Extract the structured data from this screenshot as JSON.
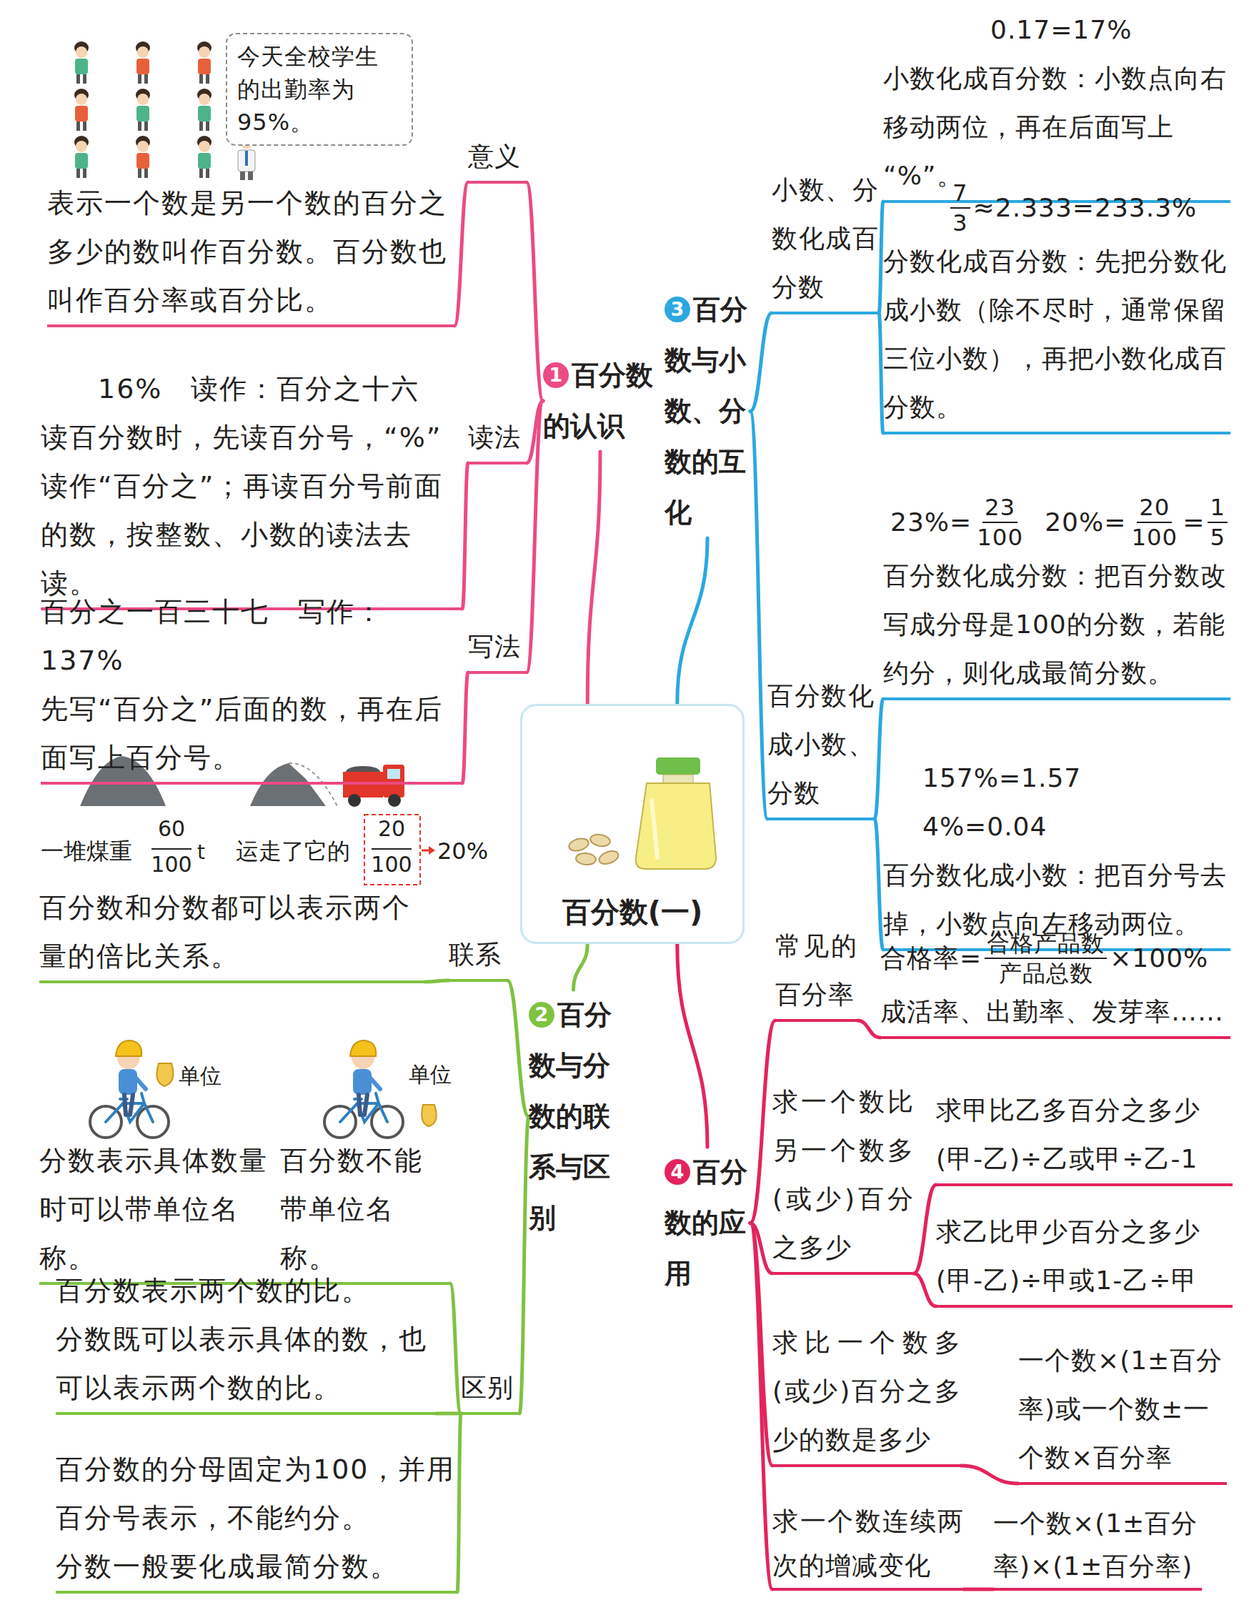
{
  "diagram": {
    "nodes": [
      {
        "text": [
          "百分数(一)"
        ]
      },
      {
        "text": [
          "1",
          "百分数的认识"
        ]
      },
      {
        "text": [
          "意义"
        ]
      },
      {
        "text": [
          "今天全校学生的出勤率为95%。"
        ]
      },
      {
        "text": [
          "表示一个数是另一个数的百分之多少的数叫作百分数。百分数也叫作百分率或百分比。"
        ]
      },
      {
        "text": [
          "读法"
        ]
      },
      {
        "text": [
          "16%　读作：百分之十六",
          "读百分数时，先读百分号，“%”读作“百分之”；再读百分号前面的数，按整数、小数的读法去读。"
        ]
      },
      {
        "text": [
          "写法"
        ]
      },
      {
        "text": [
          "百分之一百三十七　写作：137%",
          "先写“百分之”后面的数，再在后面写上百分号。"
        ]
      },
      {
        "text": [
          "2",
          "百分数与分数的联系与区别"
        ]
      },
      {
        "text": [
          "联系"
        ]
      },
      {
        "text": [
          "百分数和分数都可以表示两个量的倍比关系。"
        ]
      },
      {
        "text": [
          "区别"
        ]
      },
      {
        "text": [
          "分数表示具体数量时可以带单位名称。",
          "百分数不能带单位名称。"
        ]
      },
      {
        "text": [
          "百分数表示两个数的比。",
          "分数既可以表示具体的数，也可以表示两个数的比。"
        ]
      },
      {
        "text": [
          "百分数的分母固定为100，并用百分号表示，不能约分。",
          "分数一般要化成最简分数。"
        ]
      },
      {
        "text": [
          "3",
          "百分数与小数、分数的互化"
        ]
      },
      {
        "text": [
          "小数、分数化成百分数"
        ]
      },
      {
        "text": [
          "0.17=17%",
          "小数化成百分数：小数点向右移动两位，再在后面写上“%”。"
        ]
      },
      {
        "text": [
          "7",
          "3",
          "≈2.333=233.3%",
          "分数化成百分数：先把分数化成小数（除不尽时，通常保留三位小数），再把小数化成百分数。"
        ]
      },
      {
        "text": [
          "百分数化成小数、分数"
        ]
      },
      {
        "text": [
          "23%=",
          "23",
          "100",
          "20%=",
          "20",
          "100",
          "=",
          "1",
          "5",
          "百分数化成分数：把百分数改写成分母是100的分数，若能约分，则化成最简分数。"
        ]
      },
      {
        "text": [
          "157%=1.57　4%=0.04",
          "百分数化成小数：把百分号去掉，小数点向左移动两位。"
        ]
      },
      {
        "text": [
          "4",
          "百分数的应用"
        ]
      },
      {
        "text": [
          "常见的百分率"
        ]
      },
      {
        "text": [
          "合格率=",
          "合格产品数",
          "产品总数",
          "×100%",
          "成活率、出勤率、发芽率……"
        ]
      },
      {
        "text": [
          "求一个数比另一个数多(或少)百分之多少"
        ]
      },
      {
        "text": [
          "求甲比乙多百分之多少",
          "(甲-乙)÷乙或甲÷乙-1"
        ]
      },
      {
        "text": [
          "求乙比甲少百分之多少",
          "(甲-乙)÷甲或1-乙÷甲"
        ]
      },
      {
        "text": [
          "求比一个数多(或少)百分之多少的数是多少"
        ]
      },
      {
        "text": [
          "一个数×(1±百分率)或一个数±一个数×百分率"
        ]
      },
      {
        "text": [
          "求一个数连续两次的增减变化"
        ]
      },
      {
        "text": [
          "一个数×(1±百分率)×(1±百分率)"
        ]
      }
    ],
    "edges": [
      {
        "from": 0,
        "to": 1,
        "arrow": "none"
      },
      {
        "from": 1,
        "to": 2,
        "arrow": "none"
      },
      {
        "from": 2,
        "to": 4,
        "arrow": "none"
      },
      {
        "from": 1,
        "to": 5,
        "arrow": "none"
      },
      {
        "from": 5,
        "to": 6,
        "arrow": "none"
      },
      {
        "from": 1,
        "to": 7,
        "arrow": "none"
      },
      {
        "from": 7,
        "to": 8,
        "arrow": "none"
      },
      {
        "from": 0,
        "to": 9,
        "arrow": "none"
      },
      {
        "from": 9,
        "to": 10,
        "arrow": "none"
      },
      {
        "from": 10,
        "to": 11,
        "arrow": "none"
      },
      {
        "from": 9,
        "to": 12,
        "arrow": "none"
      },
      {
        "from": 12,
        "to": 13,
        "arrow": "none"
      },
      {
        "from": 12,
        "to": 14,
        "arrow": "none"
      },
      {
        "from": 12,
        "to": 15,
        "arrow": "none"
      },
      {
        "from": 0,
        "to": 16,
        "arrow": "none"
      },
      {
        "from": 16,
        "to": 17,
        "arrow": "none"
      },
      {
        "from": 17,
        "to": 18,
        "arrow": "none"
      },
      {
        "from": 17,
        "to": 19,
        "arrow": "none"
      },
      {
        "from": 16,
        "to": 20,
        "arrow": "none"
      },
      {
        "from": 20,
        "to": 21,
        "arrow": "none"
      },
      {
        "from": 20,
        "to": 22,
        "arrow": "none"
      },
      {
        "from": 0,
        "to": 23,
        "arrow": "none"
      },
      {
        "from": 23,
        "to": 24,
        "arrow": "none"
      },
      {
        "from": 24,
        "to": 25,
        "arrow": "none"
      },
      {
        "from": 23,
        "to": 26,
        "arrow": "none"
      },
      {
        "from": 26,
        "to": 27,
        "arrow": "none"
      },
      {
        "from": 26,
        "to": 28,
        "arrow": "none"
      },
      {
        "from": 23,
        "to": 29,
        "arrow": "none"
      },
      {
        "from": 29,
        "to": 30,
        "arrow": "none"
      },
      {
        "from": 23,
        "to": 31,
        "arrow": "none"
      },
      {
        "from": 31,
        "to": 32,
        "arrow": "none"
      }
    ],
    "labels": [
      "一堆煤重",
      "60",
      "100",
      "t",
      "运走了它的",
      "20",
      "100",
      "20%",
      "单位",
      "单位"
    ]
  }
}
